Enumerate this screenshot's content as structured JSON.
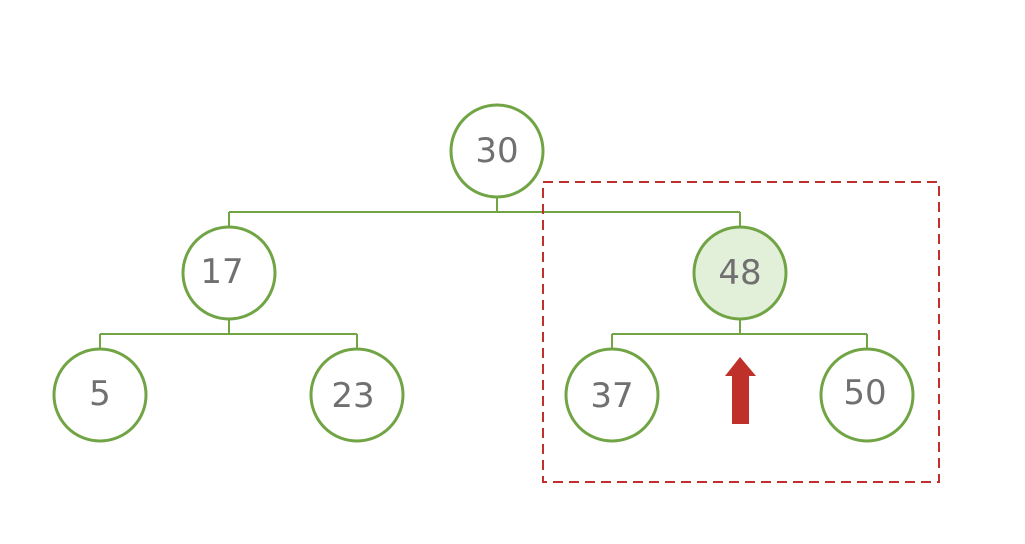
{
  "colors": {
    "node_stroke": "#70a444",
    "edge_stroke": "#70a444",
    "node_fill": "#ffffff",
    "highlight_fill": "#e2efd9",
    "text": "#707070",
    "selection_box": "#c0302a",
    "arrow": "#c0302a"
  },
  "tree": {
    "root": "30",
    "left_child": "17",
    "right_child": "48",
    "left_left_leaf": "5",
    "left_right_leaf": "23",
    "right_left_leaf": "37",
    "right_right_leaf": "50"
  },
  "highlight": {
    "node": "48",
    "selected_subtree": [
      "48",
      "37",
      "50"
    ],
    "arrow_direction": "up"
  }
}
